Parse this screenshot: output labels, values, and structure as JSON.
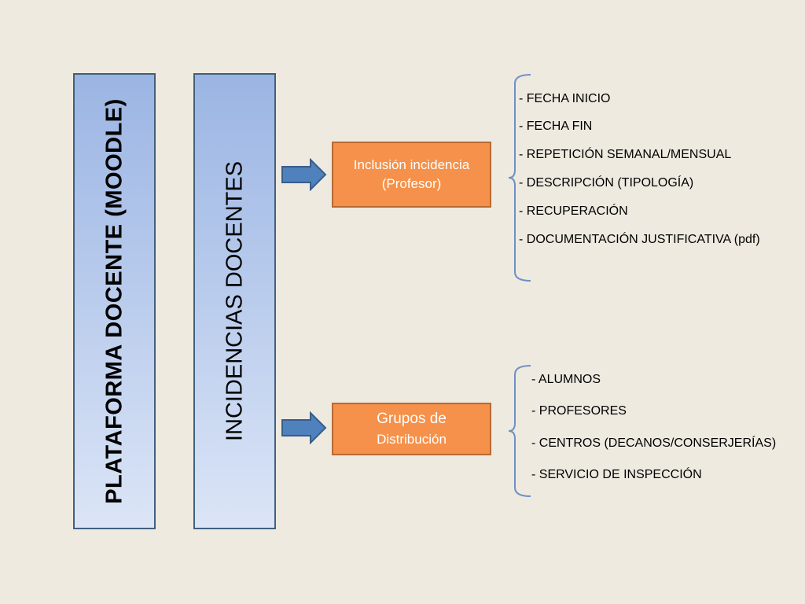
{
  "platform": {
    "label": "PLATAFORMA DOCENTE (MOODLE)"
  },
  "module": {
    "label": "INCIDENCIAS DOCENTES"
  },
  "inclusion": {
    "line1": "Inclusión incidencia",
    "line2": "(Profesor)"
  },
  "groups": {
    "line1": "Grupos de",
    "line2": "Distribución"
  },
  "inclusion_fields": [
    "- FECHA INICIO",
    "- FECHA FIN",
    "- REPETICIÓN SEMANAL/MENSUAL",
    "- DESCRIPCIÓN (TIPOLOGÍA)",
    "- RECUPERACIÓN",
    "- DOCUMENTACIÓN JUSTIFICATIVA (pdf)"
  ],
  "group_members": [
    "- ALUMNOS",
    "- PROFESORES",
    "- CENTROS (DECANOS/CONSERJERÍAS)",
    "- SERVICIO DE INSPECCIÓN"
  ],
  "colors": {
    "background": "#eeeae0",
    "bar_fill": "#9bb5e3",
    "bar_border": "#41607f",
    "box_fill": "#f5914a",
    "arrow_fill": "#4f81bd",
    "brace": "#6f8fc4"
  }
}
